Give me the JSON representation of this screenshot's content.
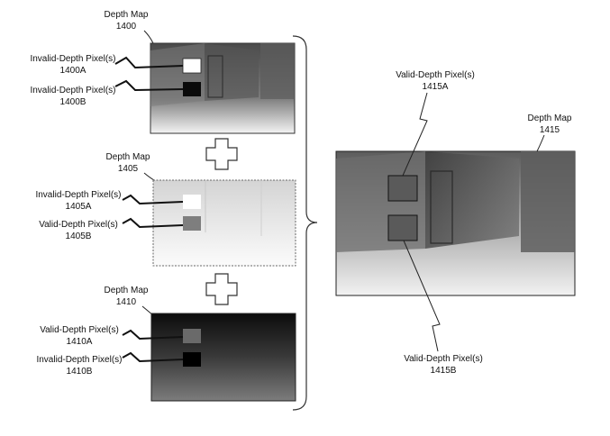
{
  "maps": {
    "m1400": {
      "title": "Depth Map",
      "id": "1400"
    },
    "m1405": {
      "title": "Depth Map",
      "id": "1405"
    },
    "m1410": {
      "title": "Depth Map",
      "id": "1410"
    },
    "m1415": {
      "title": "Depth Map",
      "id": "1415"
    }
  },
  "pixels": {
    "p1400a": {
      "label": "Invalid-Depth Pixel(s)",
      "id": "1400A"
    },
    "p1400b": {
      "label": "Invalid-Depth Pixel(s)",
      "id": "1400B"
    },
    "p1405a": {
      "label": "Invalid-Depth Pixel(s)",
      "id": "1405A"
    },
    "p1405b": {
      "label": "Valid-Depth Pixel(s)",
      "id": "1405B"
    },
    "p1410a": {
      "label": "Valid-Depth Pixel(s)",
      "id": "1410A"
    },
    "p1410b": {
      "label": "Invalid-Depth Pixel(s)",
      "id": "1410B"
    },
    "p1415a": {
      "label": "Valid-Depth Pixel(s)",
      "id": "1415A"
    },
    "p1415b": {
      "label": "Valid-Depth Pixel(s)",
      "id": "1415B"
    }
  }
}
